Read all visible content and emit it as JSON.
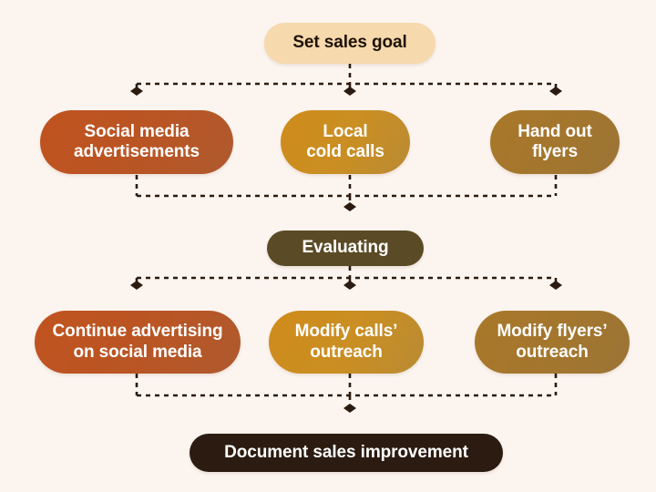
{
  "diagram": {
    "title": "Sales outreach evaluation flowchart",
    "background_color": "#FCF4EF",
    "connector_color": "#2B1A10",
    "connector_style": "dashed",
    "marker_shape": "diamond"
  },
  "nodes": {
    "set_sales_goal": {
      "label": "Set sales goal",
      "fill": "#F6D9AC",
      "text_color": "#1E1208"
    },
    "social_media_advertisements": {
      "label": "Social media\nadvertisements",
      "fill": "#BB5321",
      "text_color": "#FFFFFF"
    },
    "local_cold_calls": {
      "label": "Local\ncold calls",
      "fill": "#CC8E20",
      "text_color": "#FFFFFF"
    },
    "hand_out_flyers": {
      "label": "Hand out\nflyers",
      "fill": "#A5762C",
      "text_color": "#FFFFFF"
    },
    "evaluating": {
      "label": "Evaluating",
      "fill": "#5A4A26",
      "text_color": "#FFFFFF"
    },
    "continue_advertising": {
      "label": "Continue advertising\non social media",
      "fill": "#BB5321",
      "text_color": "#FFFFFF"
    },
    "modify_calls_outreach": {
      "label": "Modify calls’\noutreach",
      "fill": "#CC8E20",
      "text_color": "#FFFFFF"
    },
    "modify_flyers_outreach": {
      "label": "Modify flyers’\noutreach",
      "fill": "#A5762C",
      "text_color": "#FFFFFF"
    },
    "document_sales_improvement": {
      "label": "Document sales improvement",
      "fill": "#2B1B10",
      "text_color": "#FFFFFF"
    }
  },
  "edges": [
    {
      "from": "set_sales_goal",
      "to": "social_media_advertisements"
    },
    {
      "from": "set_sales_goal",
      "to": "local_cold_calls"
    },
    {
      "from": "set_sales_goal",
      "to": "hand_out_flyers"
    },
    {
      "from": "social_media_advertisements",
      "to": "evaluating"
    },
    {
      "from": "local_cold_calls",
      "to": "evaluating"
    },
    {
      "from": "hand_out_flyers",
      "to": "evaluating"
    },
    {
      "from": "evaluating",
      "to": "continue_advertising"
    },
    {
      "from": "evaluating",
      "to": "modify_calls_outreach"
    },
    {
      "from": "evaluating",
      "to": "modify_flyers_outreach"
    },
    {
      "from": "continue_advertising",
      "to": "document_sales_improvement"
    },
    {
      "from": "modify_calls_outreach",
      "to": "document_sales_improvement"
    },
    {
      "from": "modify_flyers_outreach",
      "to": "document_sales_improvement"
    }
  ]
}
